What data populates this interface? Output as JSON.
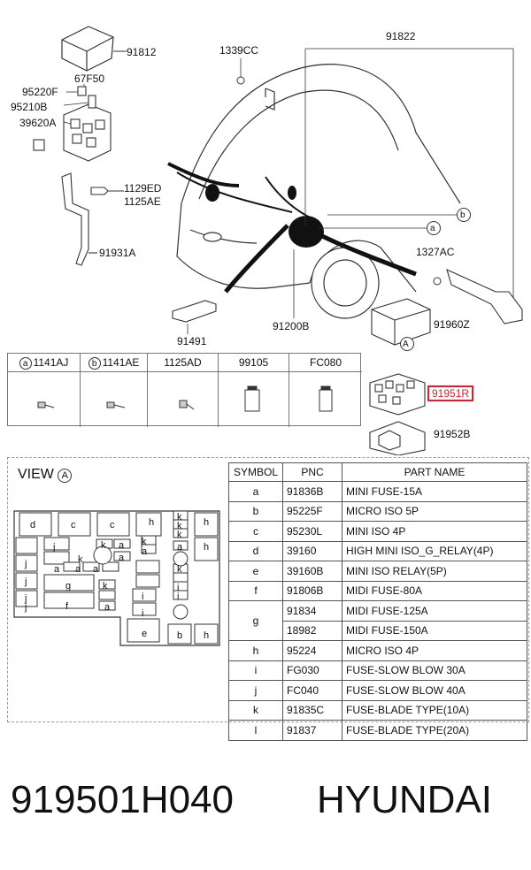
{
  "callouts": {
    "p91812": "91812",
    "p95220F": "95220F",
    "p67F50": "67F50",
    "p95210B": "95210B",
    "p39620A": "39620A",
    "p1129ED": "1129ED",
    "p1125AE": "1125AE",
    "p91931A": "91931A",
    "p1339CC": "1339CC",
    "p91822": "91822",
    "p91491": "91491",
    "p91200B": "91200B",
    "p1327AC": "1327AC",
    "p91960Z": "91960Z",
    "p91951R": "91951R",
    "p91952B": "91952B",
    "marker_a": "a",
    "marker_b": "b",
    "marker_A": "A"
  },
  "legend": [
    {
      "marker": "a",
      "code": "1141AJ"
    },
    {
      "marker": "b",
      "code": "1141AE"
    },
    {
      "marker": "",
      "code": "1125AD"
    },
    {
      "marker": "",
      "code": "99105"
    },
    {
      "marker": "",
      "code": "FC080"
    }
  ],
  "view": {
    "title": "VIEW",
    "marker": "A"
  },
  "fuse_box": {
    "slot_labels": [
      "d",
      "c",
      "c",
      "h",
      "k",
      "k",
      "k",
      "h",
      "h",
      "j",
      "k",
      "a",
      "k",
      "a",
      "j",
      "k",
      "a",
      "a",
      "j",
      "k",
      "a",
      "a",
      "a",
      "j",
      "g",
      "k",
      "i",
      "i",
      "j",
      "f",
      "a",
      "i",
      "i",
      "e",
      "b",
      "h"
    ]
  },
  "table": {
    "headers": [
      "SYMBOL",
      "PNC",
      "PART NAME"
    ],
    "rows": [
      {
        "symbol": "a",
        "pnc": "91836B",
        "name": "MINI FUSE-15A"
      },
      {
        "symbol": "b",
        "pnc": "95225F",
        "name": "MICRO ISO 5P"
      },
      {
        "symbol": "c",
        "pnc": "95230L",
        "name": "MINI ISO 4P"
      },
      {
        "symbol": "d",
        "pnc": "39160",
        "name": "HIGH MINI ISO_G_RELAY(4P)"
      },
      {
        "symbol": "e",
        "pnc": "39160B",
        "name": "MINI ISO RELAY(5P)"
      },
      {
        "symbol": "f",
        "pnc": "91806B",
        "name": "MIDI FUSE-80A"
      },
      {
        "symbol": "g",
        "pnc": "91834",
        "name": "MIDI FUSE-125A"
      },
      {
        "symbol": "",
        "pnc": "18982",
        "name": "MIDI FUSE-150A"
      },
      {
        "symbol": "h",
        "pnc": "95224",
        "name": "MICRO ISO 4P"
      },
      {
        "symbol": "i",
        "pnc": "FG030",
        "name": "FUSE-SLOW BLOW 30A"
      },
      {
        "symbol": "j",
        "pnc": "FC040",
        "name": "FUSE-SLOW BLOW 40A"
      },
      {
        "symbol": "k",
        "pnc": "91835C",
        "name": "FUSE-BLADE TYPE(10A)"
      },
      {
        "symbol": "l",
        "pnc": "91837",
        "name": "FUSE-BLADE TYPE(20A)"
      }
    ]
  },
  "footer": {
    "part_number": "919501H040",
    "brand": "HYUNDAI"
  },
  "colors": {
    "highlight": "#d62030",
    "line": "#333333"
  }
}
